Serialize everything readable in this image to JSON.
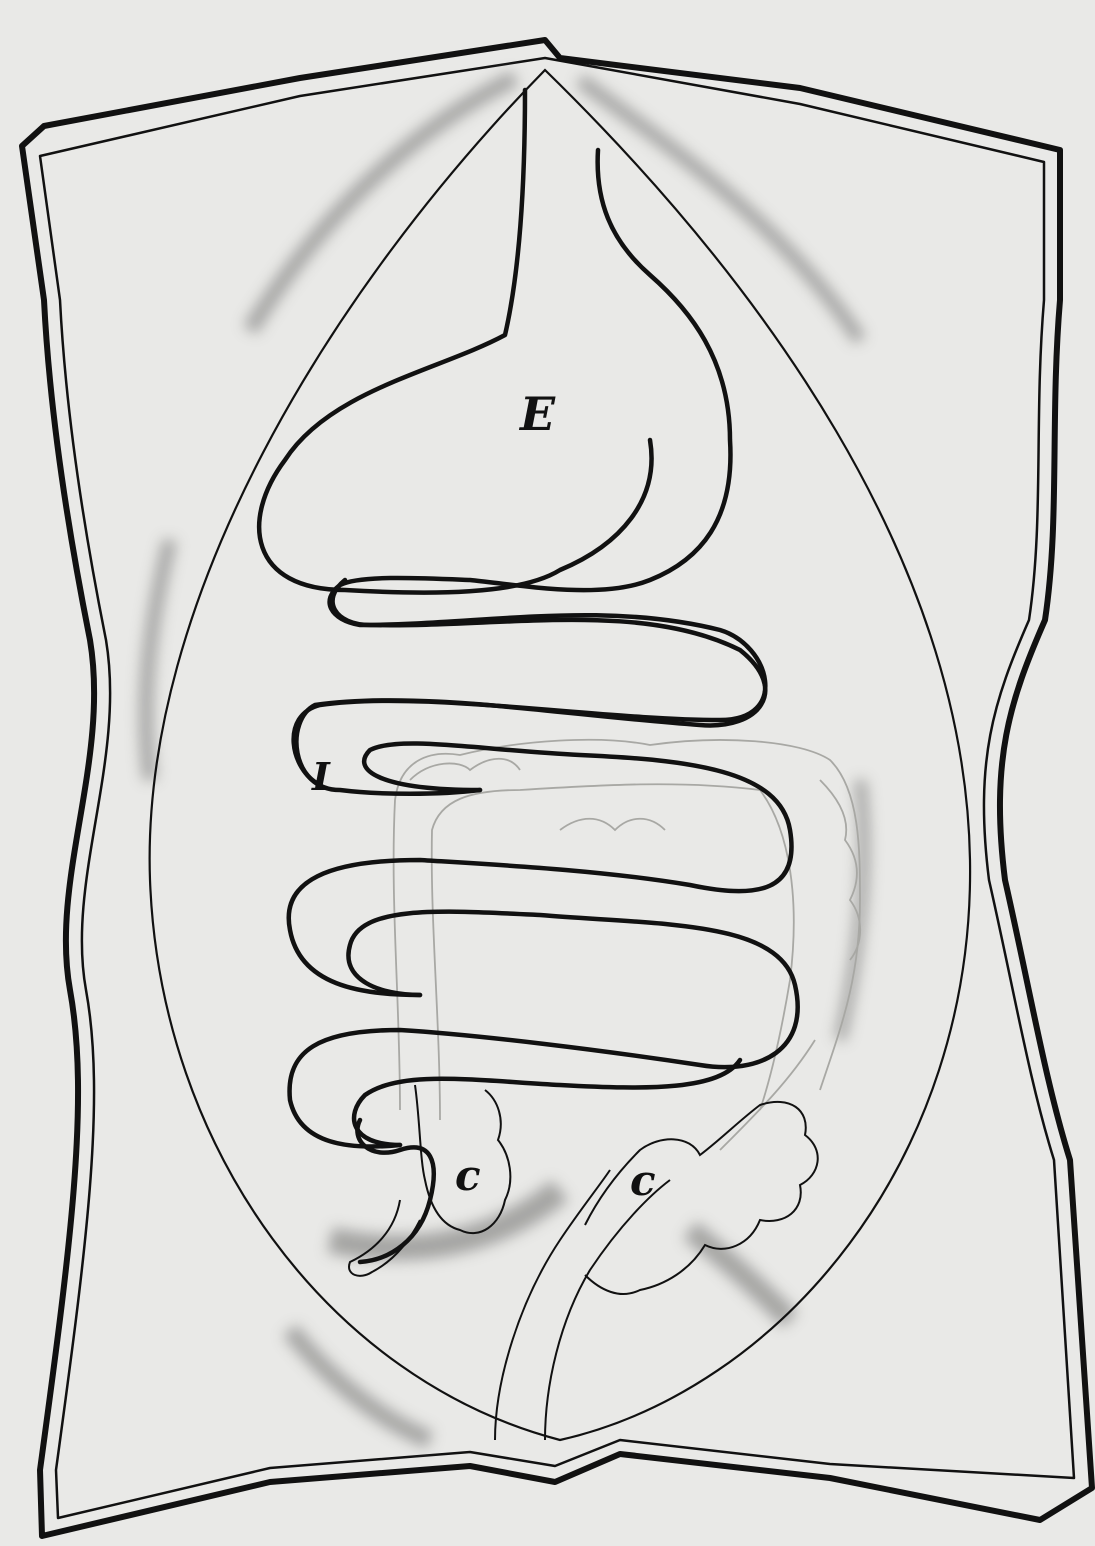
{
  "figure": {
    "labels": {
      "stomach": "E",
      "small_intestine": "I",
      "colon_left": "c",
      "colon_right": "c"
    },
    "colors": {
      "paper": "#e9e9e7",
      "ink": "#111111",
      "shade": "#9a9a98",
      "faint_line": "#b8b8b4"
    }
  }
}
